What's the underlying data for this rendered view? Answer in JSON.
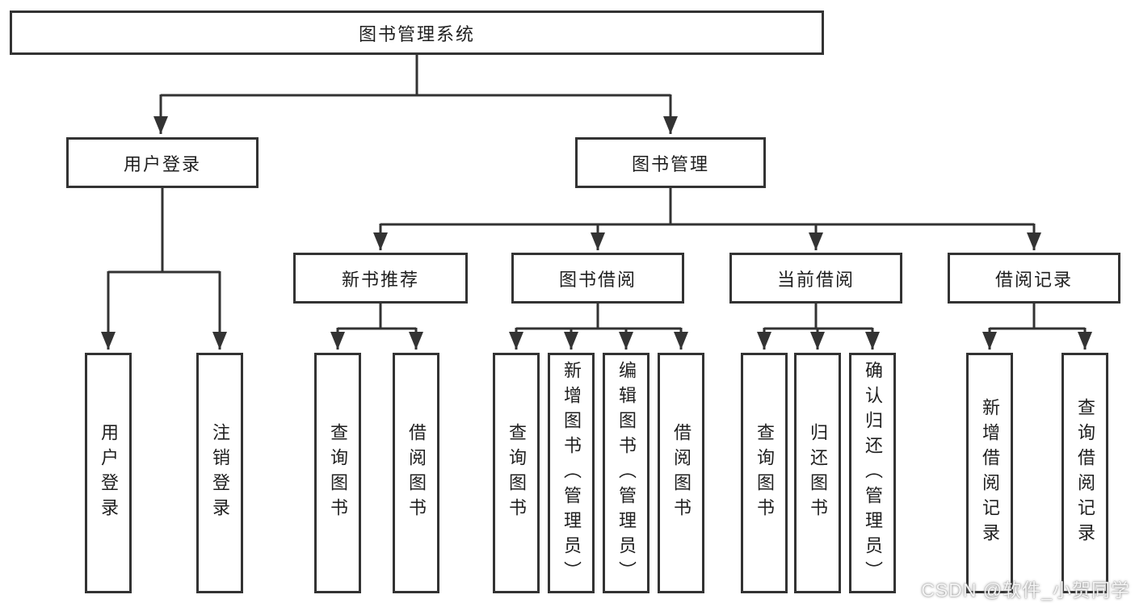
{
  "diagram": {
    "title": "图书管理系统",
    "level2": [
      {
        "label": "用户登录"
      },
      {
        "label": "图书管理"
      }
    ],
    "level3": [
      {
        "label": "新书推荐"
      },
      {
        "label": "图书借阅"
      },
      {
        "label": "当前借阅"
      },
      {
        "label": "借阅记录"
      }
    ],
    "leaves": [
      "用户登录",
      "注销登录",
      "查询图书",
      "借阅图书",
      "查询图书",
      "新增图书（管理员）",
      "编辑图书（管理员）",
      "借阅图书",
      "查询图书",
      "归还图书",
      "确认归还（管理员）",
      "新增借阅记录",
      "查询借阅记录"
    ]
  },
  "watermark": {
    "text": "CSDN @软件_小贺同学"
  },
  "colors": {
    "line": "#333333",
    "text": "#1f1f1f",
    "background": "#ffffff"
  }
}
